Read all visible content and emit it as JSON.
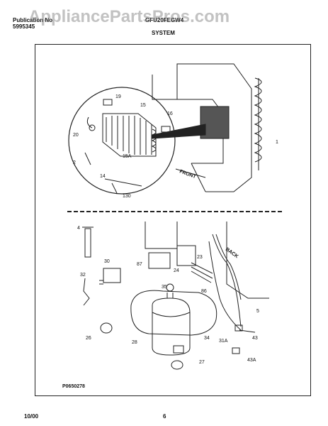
{
  "header": {
    "publication_label": "Publication No",
    "publication_number": "5995345",
    "model": "GFU20FEGW4",
    "section_title": "SYSTEM"
  },
  "watermark": "AppliancePartsPros.com",
  "diagram": {
    "part_labels": [
      "19",
      "15",
      "16",
      "20",
      "1",
      "2",
      "15A",
      "14",
      "130",
      "4",
      "87",
      "23",
      "30",
      "24",
      "32",
      "35",
      "86",
      "5",
      "26",
      "28",
      "34",
      "31A",
      "43",
      "27",
      "43A"
    ],
    "side_text_front": "FRONT",
    "side_text_back": "BACK",
    "figure_code": "P0650278"
  },
  "footer": {
    "date": "10/00",
    "page": "6"
  }
}
